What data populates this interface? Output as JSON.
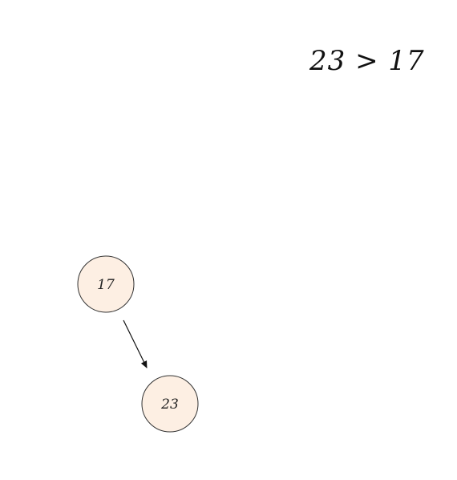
{
  "comparison": {
    "text": "23 > 17"
  },
  "tree": {
    "nodes": [
      {
        "id": "root",
        "label": "17"
      },
      {
        "id": "right-child",
        "label": "23"
      }
    ],
    "edges": [
      {
        "from": "root",
        "to": "right-child"
      }
    ],
    "colors": {
      "node_fill": "#fdefe3",
      "node_stroke": "#333333",
      "edge": "#111111"
    }
  }
}
